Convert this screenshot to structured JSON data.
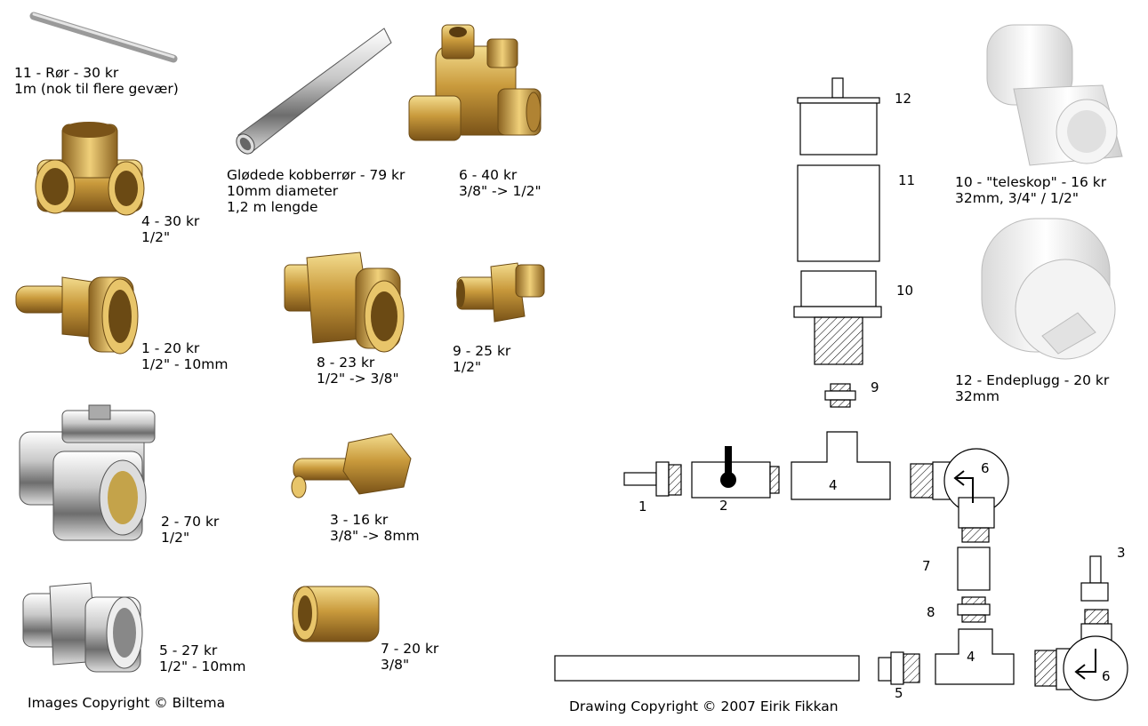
{
  "products": {
    "p11": {
      "line1": "11 - Rør - 30 kr",
      "line2": "1m (nok til flere gevær)"
    },
    "copper": {
      "line1": "Glødede kobberrør - 79 kr",
      "line2": "10mm diameter",
      "line3": "1,2 m lengde"
    },
    "p6": {
      "line1": "6 - 40 kr",
      "line2": "3/8\" -> 1/2\""
    },
    "p4": {
      "line1": "4 - 30 kr",
      "line2": "1/2\""
    },
    "p1": {
      "line1": "1 - 20 kr",
      "line2": "1/2\" - 10mm"
    },
    "p8": {
      "line1": "8 - 23 kr",
      "line2": "1/2\" -> 3/8\""
    },
    "p9": {
      "line1": "9 - 25 kr",
      "line2": "1/2\""
    },
    "p2": {
      "line1": "2 - 70 kr",
      "line2": "1/2\""
    },
    "p3": {
      "line1": "3 - 16 kr",
      "line2": "3/8\" -> 8mm"
    },
    "p5": {
      "line1": "5 - 27 kr",
      "line2": "1/2\" - 10mm"
    },
    "p7": {
      "line1": "7 - 20 kr",
      "line2": "3/8\""
    },
    "p10": {
      "line1": "10 - \"teleskop\" - 16 kr",
      "line2": "32mm, 3/4\" / 1/2\""
    },
    "p12": {
      "line1": "12 - Endeplugg - 20 kr",
      "line2": "32mm"
    }
  },
  "copyright": {
    "images": "Images Copyright © Biltema",
    "drawing": "Drawing Copyright © 2007 Eirik Fikkan"
  },
  "diagram_labels": {
    "l12": "12",
    "l11": "11",
    "l10": "10",
    "l9": "9",
    "l1": "1",
    "l2": "2",
    "l4a": "4",
    "l6a": "6",
    "l7": "7",
    "l8": "8",
    "l3": "3",
    "l4b": "4",
    "l5": "5",
    "l6b": "6"
  },
  "colors": {
    "brass": "#c9a24a",
    "chrome": "#c8c8c8",
    "white_pvc": "#f2f2f2"
  }
}
